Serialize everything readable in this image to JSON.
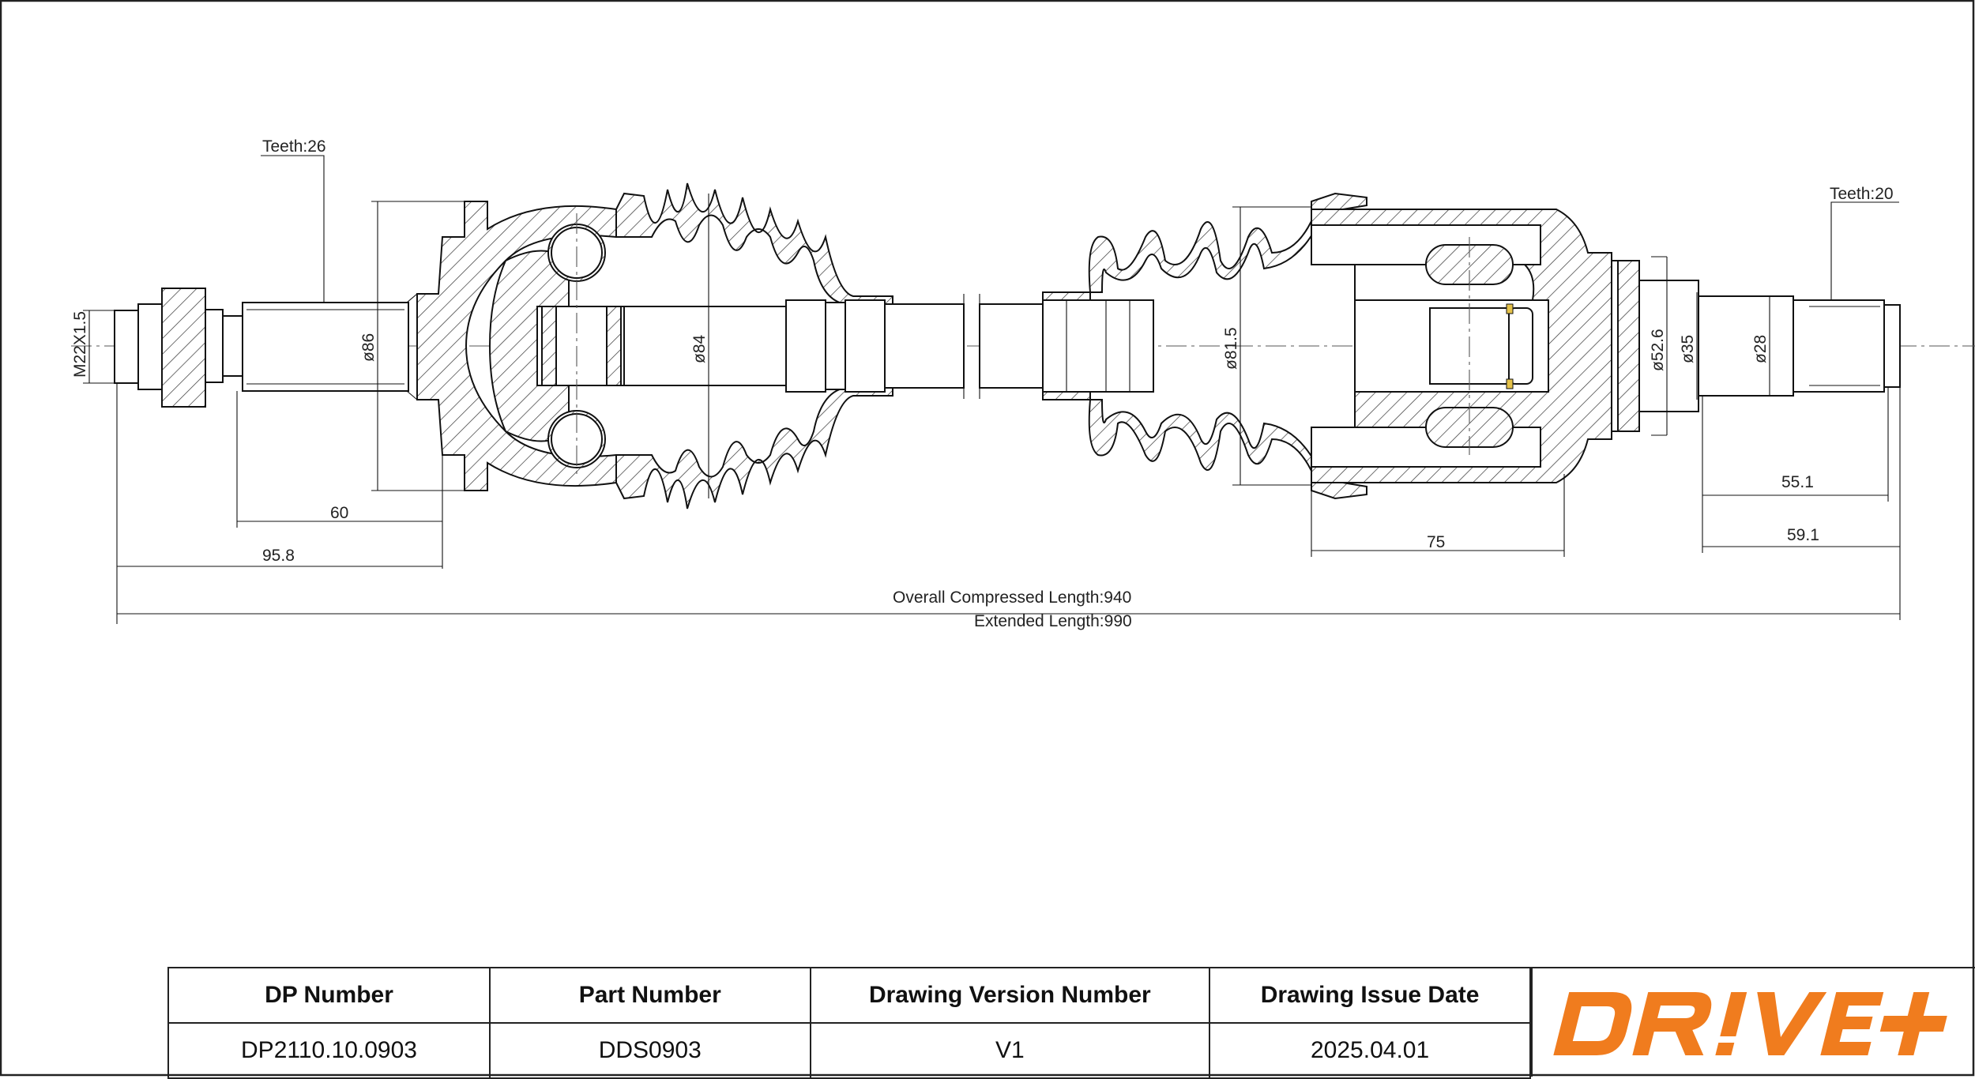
{
  "drawing": {
    "left_teeth": "Teeth:26",
    "right_teeth": "Teeth:20",
    "thread": "M22X1.5",
    "dia_86": "ø86",
    "dia_84": "ø84",
    "dia_81_5": "ø81.5",
    "dia_52_6": "ø52.6",
    "dia_35": "ø35",
    "dia_28": "ø28",
    "len_60": "60",
    "len_95_8": "95.8",
    "len_75": "75",
    "len_55_1": "55.1",
    "len_59_1": "59.1",
    "overall_length": "Overall  Compressed  Length:940",
    "extended_length": "Extended  Length:990"
  },
  "title_block": {
    "headers": [
      "DP Number",
      "Part Number",
      "Drawing Version Number",
      "Drawing Issue Date"
    ],
    "values": [
      "DP2110.10.0903",
      "DDS0903",
      "V1",
      "2025.04.01"
    ]
  },
  "logo": {
    "text": "DR!VE+",
    "color": "#f07c1e"
  }
}
